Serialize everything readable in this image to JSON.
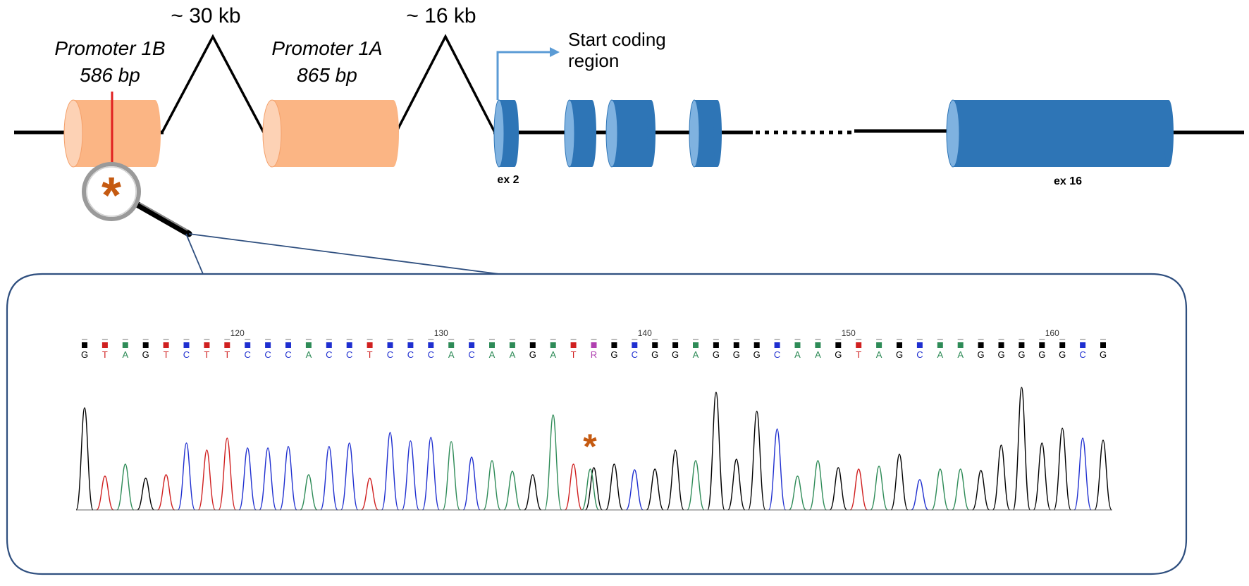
{
  "gene_diagram": {
    "promoter_1b": {
      "name": "Promoter 1B",
      "size": "586 bp"
    },
    "promoter_1a": {
      "name": "Promoter 1A",
      "size": "865 bp"
    },
    "intron_1": "~ 30 kb",
    "intron_2": "~ 16 kb",
    "start_coding": {
      "line1": "Start coding",
      "line2": "region"
    },
    "exon_labels": {
      "first": "ex 2",
      "last": "ex 16"
    },
    "variant_marker": "*"
  },
  "chromatogram": {
    "ruler_labels": [
      "120",
      "130",
      "140",
      "150",
      "160"
    ],
    "sequence": [
      "G",
      "T",
      "A",
      "G",
      "T",
      "C",
      "T",
      "T",
      "C",
      "C",
      "C",
      "A",
      "C",
      "C",
      "T",
      "C",
      "C",
      "C",
      "A",
      "C",
      "A",
      "A",
      "G",
      "A",
      "T",
      "R",
      "G",
      "C",
      "G",
      "G",
      "A",
      "G",
      "G",
      "G",
      "C",
      "A",
      "A",
      "G",
      "T",
      "A",
      "G",
      "C",
      "A",
      "A",
      "G",
      "G",
      "G",
      "G",
      "G",
      "C",
      "G"
    ],
    "variant_marker": "*"
  },
  "colors": {
    "promoter": "#FBB584",
    "promoter_end": "#FDD2B5",
    "exon": "#2E75B6",
    "exon_end": "#7FB2E0",
    "arrow": "#5B9BD5",
    "variant": "#C55A11",
    "base_A": "#2E8B57",
    "base_C": "#1F2FD0",
    "base_G": "#000000",
    "base_T": "#D02020",
    "base_R": "#B040B0"
  }
}
